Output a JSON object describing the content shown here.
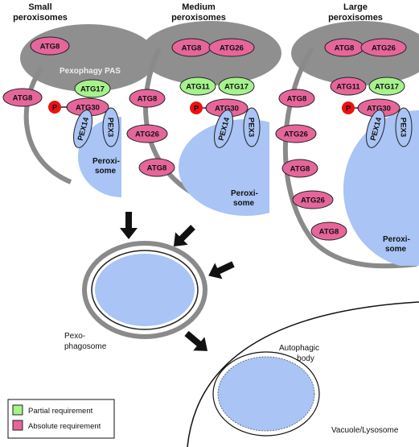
{
  "columns": {
    "small": {
      "title_line1": "Small",
      "title_line2": "peroxisomes"
    },
    "medium": {
      "title_line1": "Medium",
      "title_line2": "peroxisomes"
    },
    "large": {
      "title_line1": "Large",
      "title_line2": "peroxisomes"
    }
  },
  "pas_label": "Pexophagy PAS",
  "proteins": {
    "atg8": "ATG8",
    "atg26": "ATG26",
    "atg11": "ATG11",
    "atg17": "ATG17",
    "atg30": "ATG30",
    "pex14": "PEX14",
    "pex3": "PEX3",
    "phospho": "P"
  },
  "peroxisome": {
    "line1": "Peroxi-",
    "line2": "some"
  },
  "pexophagosome": {
    "line1": "Pexo-",
    "line2": "phagosome"
  },
  "autophagic_body": {
    "line1": "Autophagic",
    "line2": "body"
  },
  "vacuole_label": "Vacuole/Lysosome",
  "legend": {
    "partial": {
      "label": "Partial requirement",
      "color": "#a6f28c"
    },
    "absolute": {
      "label": "Absolute requirement",
      "color": "#e6669b"
    }
  },
  "colors": {
    "pas": "#8f8f8f",
    "membrane": "#8a8a8a",
    "peroxisome": "#a9c4f5",
    "pex": "#a9c4f5",
    "phospho": "#ee1111"
  }
}
